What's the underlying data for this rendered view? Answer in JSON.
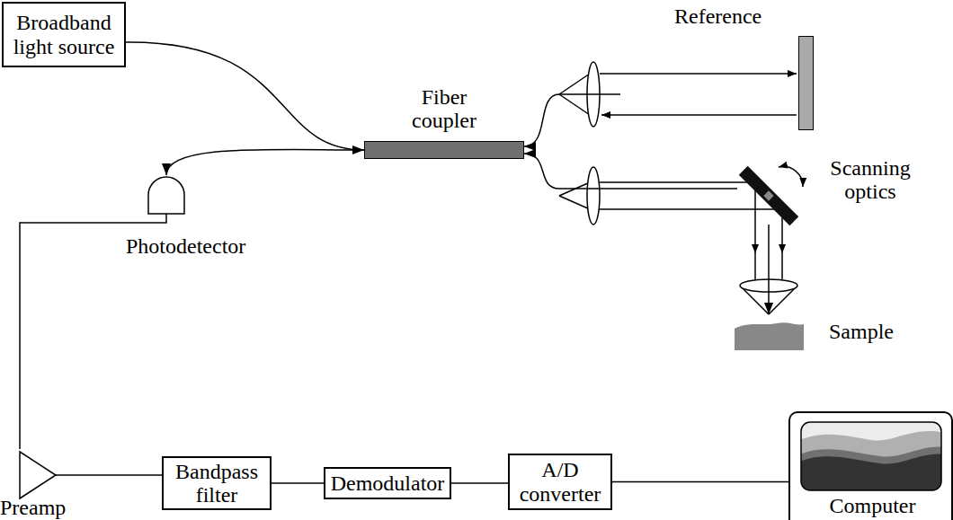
{
  "diagram": {
    "nodes": [
      {
        "text": [
          "Broadband light source"
        ]
      },
      {
        "text": [
          "Reference"
        ]
      },
      {
        "text": [
          "Fiber coupler"
        ]
      },
      {
        "text": [
          "Scanning optics"
        ]
      },
      {
        "text": [
          "Photodetector"
        ]
      },
      {
        "text": [
          "Sample"
        ]
      },
      {
        "text": [
          "Preamp"
        ]
      },
      {
        "text": [
          "Bandpass filter"
        ]
      },
      {
        "text": [
          "Demodulator"
        ]
      },
      {
        "text": [
          "A/D converter"
        ]
      },
      {
        "text": [
          "Computer"
        ]
      }
    ],
    "edges": [
      {
        "from": 0,
        "to": 2,
        "arrow": "to"
      },
      {
        "from": 1,
        "to": 2,
        "arrow": "to"
      },
      {
        "from": 3,
        "to": 2,
        "arrow": "to"
      },
      {
        "from": 2,
        "to": 4,
        "arrow": "to"
      },
      {
        "from": 3,
        "to": 5,
        "arrow": "to"
      },
      {
        "from": 4,
        "to": 6,
        "arrow": "none"
      },
      {
        "from": 6,
        "to": 7,
        "arrow": "none"
      },
      {
        "from": 7,
        "to": 8,
        "arrow": "none"
      },
      {
        "from": 8,
        "to": 9,
        "arrow": "none"
      },
      {
        "from": 9,
        "to": 10,
        "arrow": "none"
      }
    ]
  }
}
